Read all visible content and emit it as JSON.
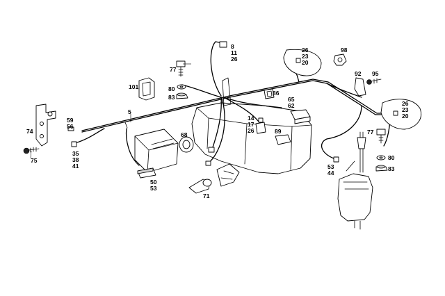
{
  "diagram": {
    "callouts": {
      "c5": "5",
      "c8_11_26": [
        "8",
        "11",
        "26"
      ],
      "c26_23_20_top": [
        "26",
        "23",
        "20"
      ],
      "c98": "98",
      "c77_top": "77",
      "c101": "101",
      "c80_top": "80",
      "c83_top": "83",
      "c86": "86",
      "c65_62": [
        "65",
        "62"
      ],
      "c92": "92",
      "c95": "95",
      "c26_23_20_right": [
        "26",
        "23",
        "20"
      ],
      "c59_56": [
        "59",
        "56"
      ],
      "c74": "74",
      "c75": "75",
      "c35_38_41": [
        "35",
        "38",
        "41"
      ],
      "c68": "68",
      "c14_17_26": [
        "14",
        "17",
        "26"
      ],
      "c89": "89",
      "c77_right": "77",
      "c80_right": "80",
      "c83_right": "83",
      "c53_44": [
        "53",
        "44"
      ],
      "c50_53": [
        "50",
        "53"
      ],
      "c71": "71"
    }
  }
}
